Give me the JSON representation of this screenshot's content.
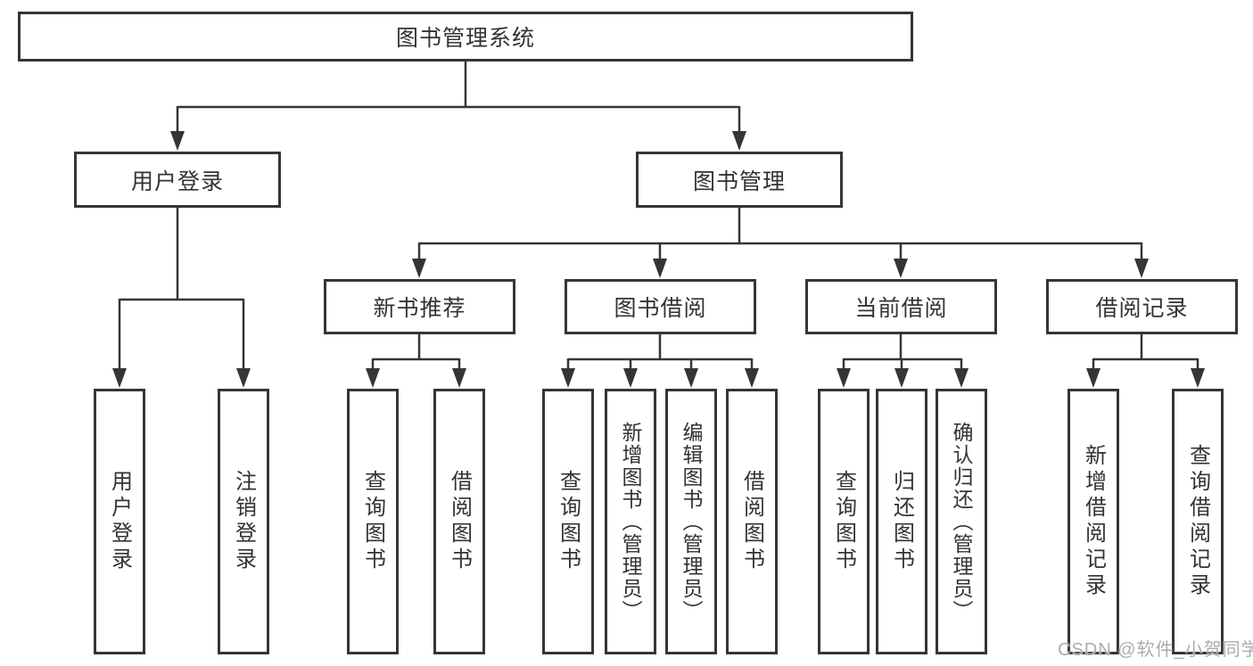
{
  "diagram": {
    "root_label": "图书管理系统",
    "user_login": {
      "label": "用户登录",
      "children": [
        "用户登录",
        "注销登录"
      ]
    },
    "book_management": {
      "label": "图书管理",
      "sections": [
        {
          "label": "新书推荐",
          "children": [
            "查询图书",
            "借阅图书"
          ]
        },
        {
          "label": "图书借阅",
          "children": [
            "查询图书",
            "新增图书（管理员）",
            "编辑图书（管理员）",
            "借阅图书"
          ]
        },
        {
          "label": "当前借阅",
          "children": [
            "查询图书",
            "归还图书",
            "确认归还（管理员）"
          ]
        },
        {
          "label": "借阅记录",
          "children": [
            "新增借阅记录",
            "查询借阅记录"
          ]
        }
      ]
    },
    "watermark": "CSDN @软件_小贺同学"
  },
  "colors": {
    "line": "#353535",
    "box_border": "#353535",
    "box_background": "#ffffff",
    "text": "#333333",
    "watermark": "#a9acb0",
    "background": "#ffffff"
  }
}
